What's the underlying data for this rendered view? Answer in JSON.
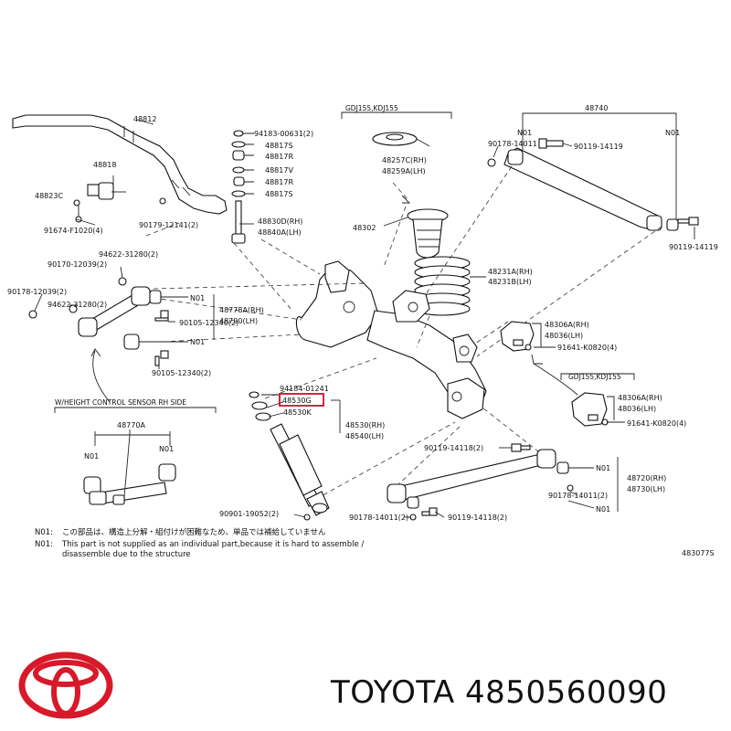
{
  "brand": {
    "name": "TOYOTA",
    "part_number": "4850560090"
  },
  "figure_id": "483077S",
  "variant_labels": {
    "top": "GDJ155,KDJ155",
    "mid": "GDJ155,KDJ155"
  },
  "sensor_box_title": "W/HEIGHT CONTROL SENSOR RH SIDE",
  "highlighted": "48530G",
  "notes": [
    {
      "tag": "N01:",
      "text": "この部品は、構造上分解・組付けが困難なため、単品では補給していません"
    },
    {
      "tag": "N01:",
      "text": "This part is not supplied as an individual part,because it is hard to assemble /"
    },
    {
      "tag": "",
      "text": "disassemble due to the structure"
    }
  ],
  "labels": {
    "l48812": "48812",
    "l48818": "48818",
    "l48823c": "48823C",
    "l91674": "91674-F1020(4)",
    "l90179a": "90179-12141(2)",
    "l94183": "94183-00631(2)",
    "l48817s1": "48817S",
    "l48817r1": "48817R",
    "l48817v": "48817V",
    "l48817r2": "48817R",
    "l48817s2": "48817S",
    "l48830d": "48830D(RH)",
    "l48840a": "48840A(LH)",
    "l48257c": "48257C(RH)",
    "l48259a": "48259A(LH)",
    "l48302": "48302",
    "l48231a": "48231A(RH)",
    "l48231b": "48231B(LH)",
    "l48740": "48740",
    "n01a": "N01",
    "n01b": "N01",
    "l90178a": "90178-14011",
    "l90119a": "90119-14119",
    "l90119b": "90119-14119",
    "l94622a": "94622-31280(2)",
    "l90170": "90170-12039(2)",
    "l90178b": "90178-12039(2)",
    "l94622b": "94622-31280(2)",
    "n01c": "N01",
    "l90105": "90105-12340(2)",
    "n01d": "N01",
    "l90105b": "90105-12340(2)",
    "l48778a": "48778A(RH)",
    "l48790": "48790(LH)",
    "l48306a1": "48306A(RH)",
    "l48036": "48036(LH)",
    "l91641a": "91641-K0820(4)",
    "l48306a2": "48306A(RH)",
    "l48036b": "48036(LH)",
    "l91641b": "91641-K0820(4)",
    "l94184": "94184-01241",
    "l48530g": "48530G",
    "l48530k": "48530K",
    "l48530": "48530(RH)",
    "l48540": "48540(LH)",
    "l90119c": "90119-14118(2)",
    "n01e": "N01",
    "l90178c": "90178-14011(2)",
    "n01f": "N01",
    "l48720": "48720(RH)",
    "l48730": "48730(LH)",
    "l90901": "90901-19052(2)",
    "l90178d": "90178-14011(2)",
    "l90119d": "90119-14118(2)",
    "l48770a": "48770A",
    "n01g": "N01",
    "n01h": "N01"
  }
}
